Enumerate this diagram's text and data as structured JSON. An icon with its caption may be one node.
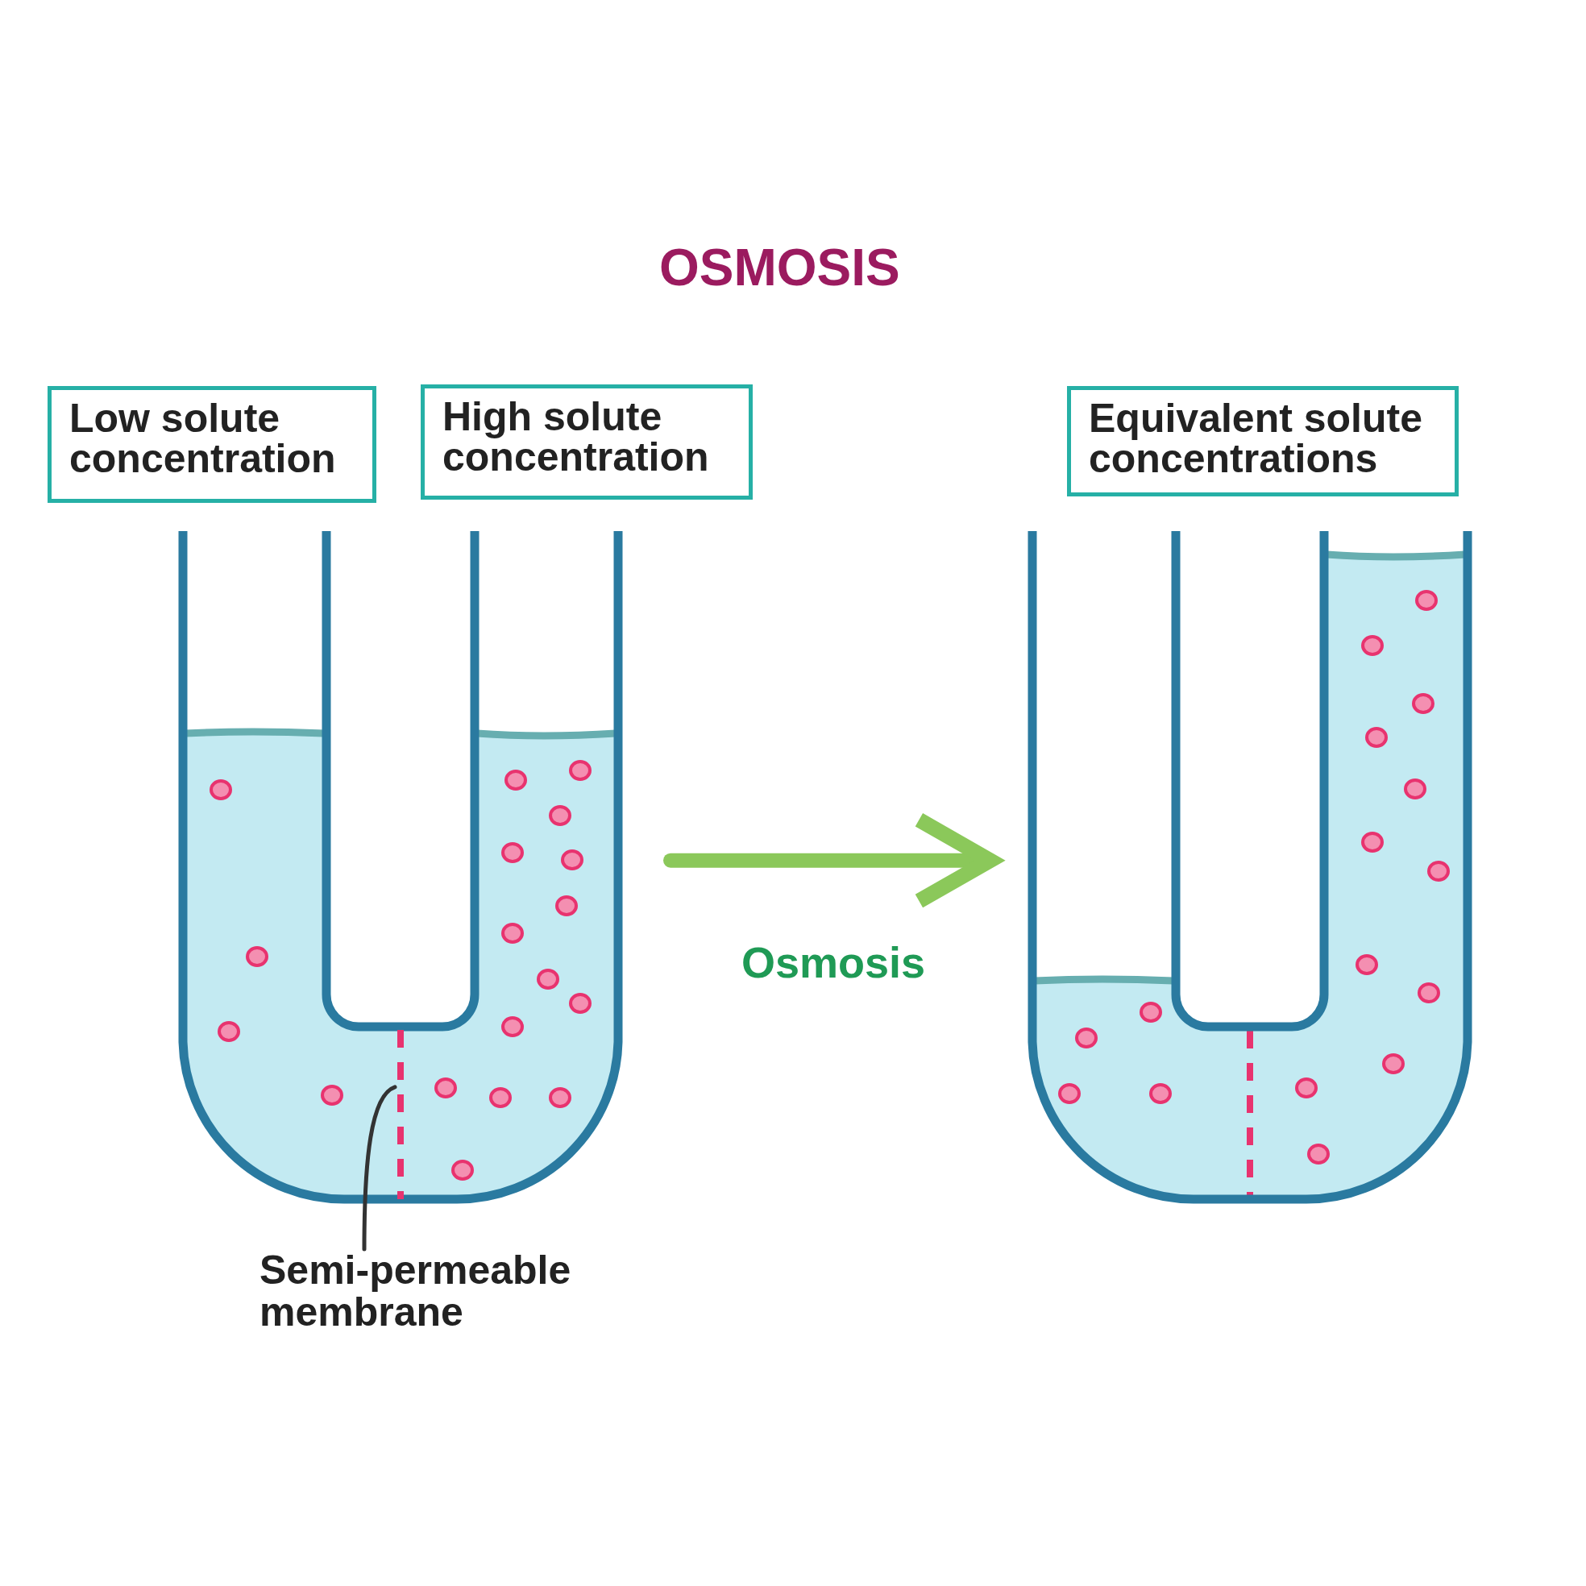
{
  "diagram": {
    "title": "OSMOSIS",
    "nodes": [
      {
        "text": [
          "Low solute concentration"
        ]
      },
      {
        "text": [
          "High solute concentration"
        ]
      },
      {
        "text": [
          "Equivalent solute concentrations"
        ]
      },
      {
        "text": [],
        "shape": "picture"
      },
      {
        "text": [],
        "shape": "bar",
        "in": 3
      },
      {
        "text": [
          "Semi-permeable membrane"
        ]
      },
      {
        "text": [],
        "shape": "picture"
      }
    ],
    "edges": [
      {
        "from": 5,
        "to": 4,
        "arrow": "none",
        "color": "#333333"
      },
      {
        "from": 3,
        "to": 6,
        "arrow": "to",
        "label": "Osmosis",
        "style": "thick",
        "color": "#8bc85a"
      }
    ]
  }
}
